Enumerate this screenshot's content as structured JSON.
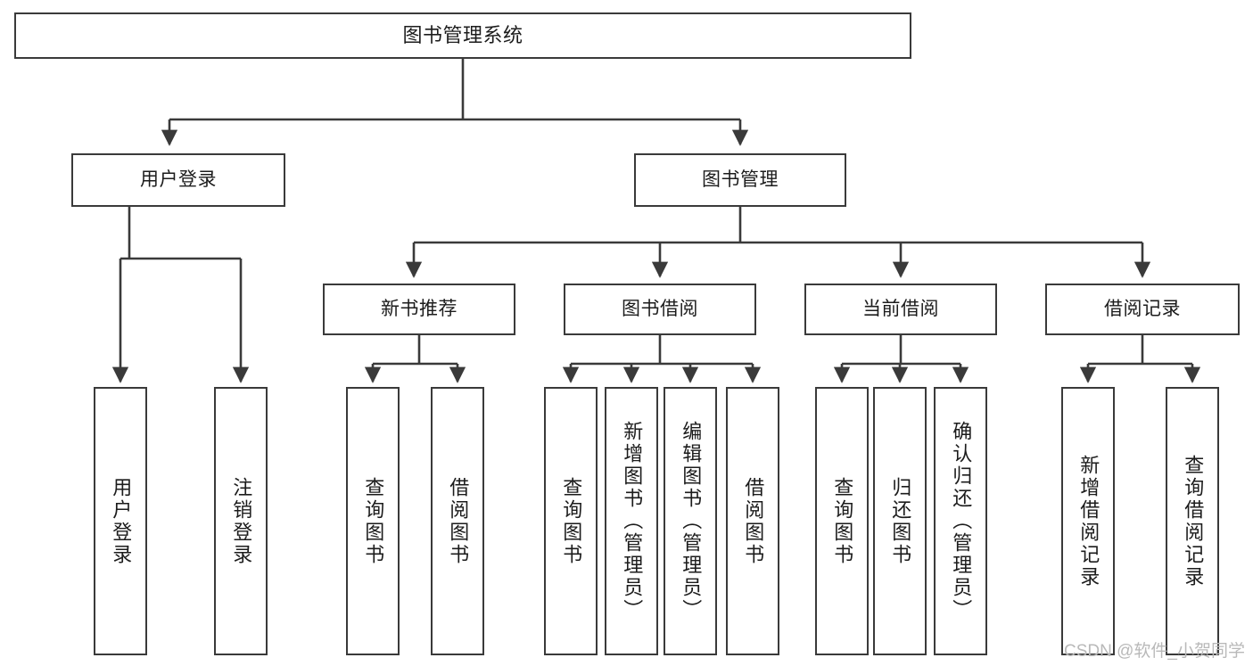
{
  "diagram": {
    "title": "图书管理系统",
    "type": "tree-hierarchy",
    "stroke_color": "#3a3a3a",
    "background_color": "#ffffff",
    "text_color": "#1c1c1c"
  },
  "root": {
    "label": "图书管理系统"
  },
  "level2": [
    {
      "label": "用户登录"
    },
    {
      "label": "图书管理"
    }
  ],
  "level3": [
    {
      "label": "新书推荐"
    },
    {
      "label": "图书借阅"
    },
    {
      "label": "当前借阅"
    },
    {
      "label": "借阅记录"
    }
  ],
  "leaves": {
    "user_login": [
      {
        "label": "用户登录"
      },
      {
        "label": "注销登录"
      }
    ],
    "new_book": [
      {
        "label": "查询图书"
      },
      {
        "label": "借阅图书"
      }
    ],
    "borrow_book": [
      {
        "label": "查询图书"
      },
      {
        "label": "新增图书（管理员）"
      },
      {
        "label": "编辑图书（管理员）"
      },
      {
        "label": "借阅图书"
      }
    ],
    "current_borrow": [
      {
        "label": "查询图书"
      },
      {
        "label": "归还图书"
      },
      {
        "label": "确认归还（管理员）"
      }
    ],
    "borrow_record": [
      {
        "label": "新增借阅记录"
      },
      {
        "label": "查询借阅记录"
      }
    ]
  },
  "watermark": {
    "text": "CSDN @软件_小贺同学"
  }
}
